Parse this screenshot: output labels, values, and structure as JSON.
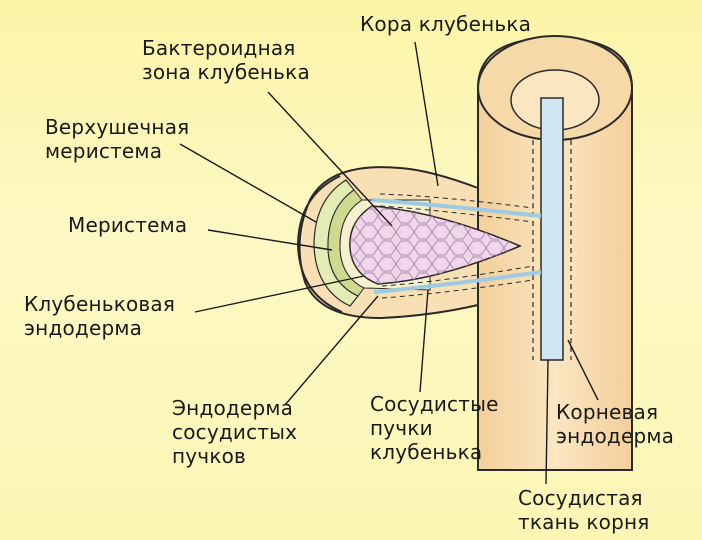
{
  "labels": {
    "bacteroid_zone": "Бактероидная\nзона клубенька",
    "nodule_cortex": "Кора клубенька",
    "apical_meristem": "Верхушечная\nмеристема",
    "meristem": "Меристема",
    "nodule_endodermis": "Клубеньковая\nэндодерма",
    "bundle_endodermis": "Эндодерма\nсосудистых\nпучков",
    "nodule_vascular_bundles": "Сосудистые\nпучки\nклубенька",
    "root_endodermis": "Корневая\nэндодерма",
    "root_vascular_tissue": "Сосудистая\nткань корня"
  },
  "colors": {
    "background": "#fdf8c4",
    "cortex_fill": "#f8e0b4",
    "cortex_stroke": "#2a2a2a",
    "vascular": "#cfe6f2",
    "bacteroid": "#f1d6ea",
    "meristem": "#d6e3a3",
    "nodule_endodermis": "#f0f0c6"
  }
}
